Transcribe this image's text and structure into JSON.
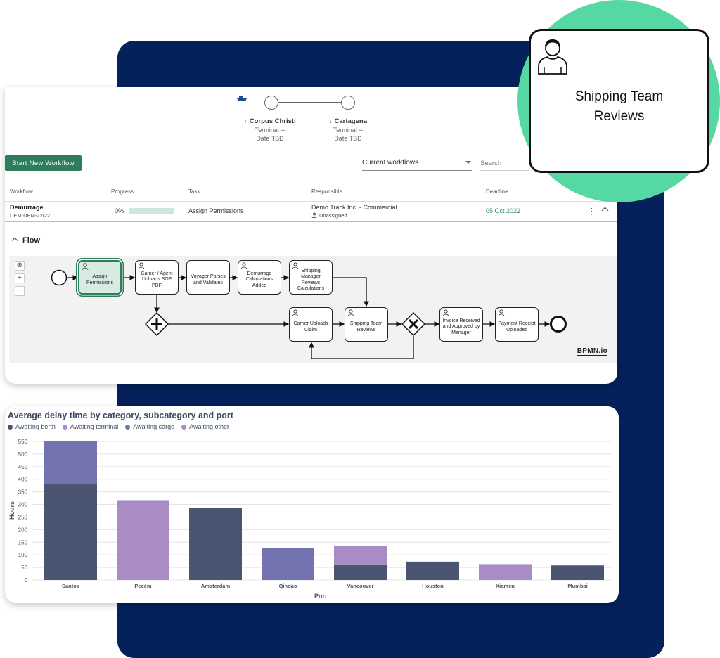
{
  "route": {
    "origin": {
      "name": "Corpus Christi",
      "terminal": "Terminal --",
      "date": "Date TBD"
    },
    "destination": {
      "name": "Cartagena",
      "terminal": "Terminal --",
      "date": "Date TBD"
    }
  },
  "toolbar": {
    "start_label": "Start New Workflow",
    "filter_value": "Current workflows",
    "search_placeholder": "Search"
  },
  "table": {
    "headers": {
      "workflow": "Workflow",
      "progress": "Progress",
      "task": "Task",
      "responsible": "Responsible",
      "deadline": "Deadline"
    },
    "row": {
      "title": "Demurrage",
      "id": "DEM-DEM-22/22",
      "progress_label": "0%",
      "progress_fraction": 0,
      "task": "Assign Permissions",
      "company": "Demo Track Inc. - Commercial",
      "assignee": "Unassigned",
      "deadline": "05 Oct 2022"
    }
  },
  "flow": {
    "title": "Flow",
    "tasks": {
      "assign": "Assign Permissions",
      "carrier_sof": "Carrier / Agent Uploads SOF PDF",
      "voyager": "Voyager Parses and Validates",
      "demurrage_calc": "Demurrage Calculations Added",
      "manager_review": "Shipping Manager Reviews Calculations",
      "carrier_claim": "Carrier Uploads Claim",
      "team_review": "Shipping Team Reviews",
      "invoice": "Invoice Received and Approved by Manager",
      "payment": "Payment Receipt Uploaded"
    },
    "zoom": {
      "fit": "⊕",
      "in": "+",
      "out": "−"
    },
    "logo": "BPMN.io"
  },
  "callout": {
    "label": "Shipping Team Reviews"
  },
  "colors": {
    "brand_green": "#2e7d5b",
    "navy": "#04215c",
    "mint": "#55d8a2"
  },
  "chart_data": {
    "type": "bar",
    "title": "Average delay time by category, subcategory and port",
    "xlabel": "Port",
    "ylabel": "Hours",
    "ylim": [
      0,
      550
    ],
    "yticks": [
      0,
      50,
      100,
      150,
      200,
      250,
      300,
      350,
      400,
      450,
      500,
      550
    ],
    "categories": [
      "Santos",
      "Pecém",
      "Amsterdam",
      "Qindao",
      "Vancouver",
      "Houston",
      "Xiamen",
      "Mumbai"
    ],
    "stacked": true,
    "series": [
      {
        "name": "Awaiting berth",
        "color": "#495571",
        "values": [
          382,
          0,
          287,
          0,
          62,
          73,
          0,
          58
        ]
      },
      {
        "name": "Awaiting terminal",
        "color": "#a98bc6",
        "values": [
          0,
          317,
          0,
          0,
          0,
          0,
          0,
          0
        ]
      },
      {
        "name": "Awaiting cargo",
        "color": "#7373b0",
        "values": [
          168,
          0,
          0,
          128,
          0,
          0,
          0,
          0
        ]
      },
      {
        "name": "Awaiting other",
        "color": "#a98bc6",
        "values": [
          0,
          0,
          0,
          0,
          75,
          0,
          63,
          0
        ]
      }
    ],
    "legend": "top-left",
    "grid": true
  }
}
